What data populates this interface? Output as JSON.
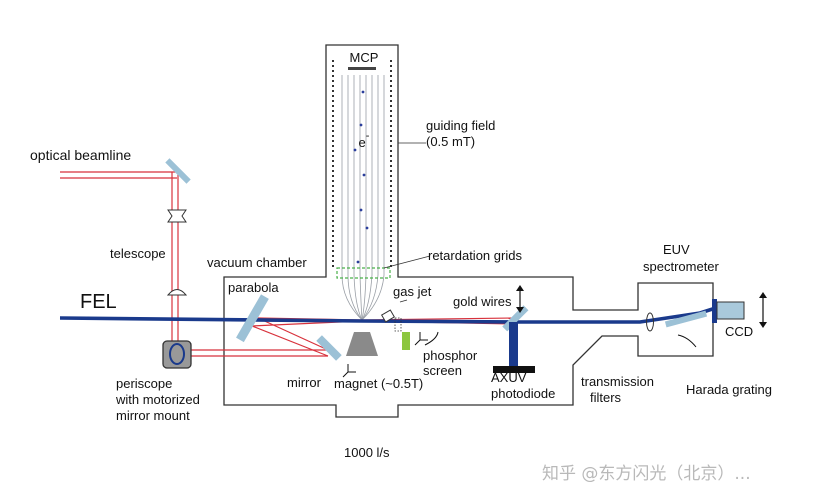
{
  "labels": {
    "mcp": "MCP",
    "electron": "e",
    "electron_sup": "-",
    "guiding_field": "guiding field",
    "guiding_field_value": "(0.5 mT)",
    "optical_beamline": "optical beamline",
    "telescope": "telescope",
    "retardation_grids": "retardation grids",
    "vacuum_chamber": "vacuum chamber",
    "euv": "EUV",
    "spectrometer": "spectrometer",
    "parabola": "parabola",
    "gas_jet": "gas jet",
    "gold_wires": "gold wires",
    "fel": "FEL",
    "ccd": "CCD",
    "phosphor": "phosphor",
    "screen": "screen",
    "periscope_1": "periscope",
    "periscope_2": "with motorized",
    "periscope_3": "mirror mount",
    "mirror": "mirror",
    "magnet": "magnet (~0.5T)",
    "axuv": "AXUV",
    "photodiode": "photodiode",
    "transmission": "transmission",
    "filters": "filters",
    "harada_grating": "Harada grating",
    "pump": "1000 l/s"
  },
  "watermark": "知乎 @东方闪光（北京）...",
  "colors": {
    "fel_beam": "#1a3a8c",
    "laser": "#d8323c",
    "optic": "#9cc1d6",
    "phosphor": "#8cc63f",
    "outline": "#333333"
  }
}
